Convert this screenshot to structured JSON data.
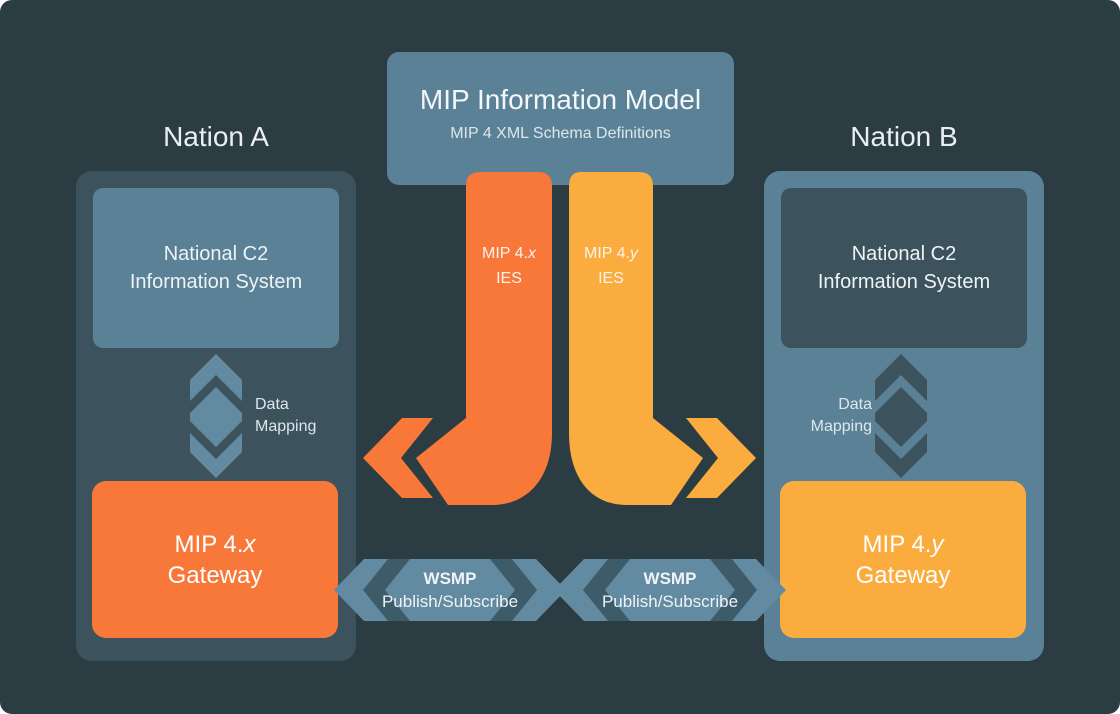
{
  "colors": {
    "background": "#2b3c43",
    "panel_dark": "#3c535d",
    "panel_light": "#5b8197",
    "arrow_light": "#628aa0",
    "chevron_dark": "#3e5b6a",
    "orange": "#f8783a",
    "amber": "#fbac3f"
  },
  "mip_model": {
    "title": "MIP Information Model",
    "subtitle": "MIP 4 XML Schema Definitions"
  },
  "nation_a": {
    "label": "Nation A",
    "c2_line1": "National C2",
    "c2_line2": "Information System",
    "mapping_line1": "Data",
    "mapping_line2": "Mapping",
    "gateway_prefix": "MIP 4.",
    "gateway_version": "x",
    "gateway_line2": "Gateway"
  },
  "nation_b": {
    "label": "Nation B",
    "c2_line1": "National C2",
    "c2_line2": "Information System",
    "mapping_line1": "Data",
    "mapping_line2": "Mapping",
    "gateway_prefix": "MIP 4.",
    "gateway_version": "y",
    "gateway_line2": "Gateway"
  },
  "ies_left": {
    "prefix": "MIP 4.",
    "version": "x",
    "line2": "IES"
  },
  "ies_right": {
    "prefix": "MIP 4.",
    "version": "y",
    "line2": "IES"
  },
  "wsmp_left": {
    "title": "WSMP",
    "subtitle": "Publish/Subscribe"
  },
  "wsmp_right": {
    "title": "WSMP",
    "subtitle": "Publish/Subscribe"
  }
}
